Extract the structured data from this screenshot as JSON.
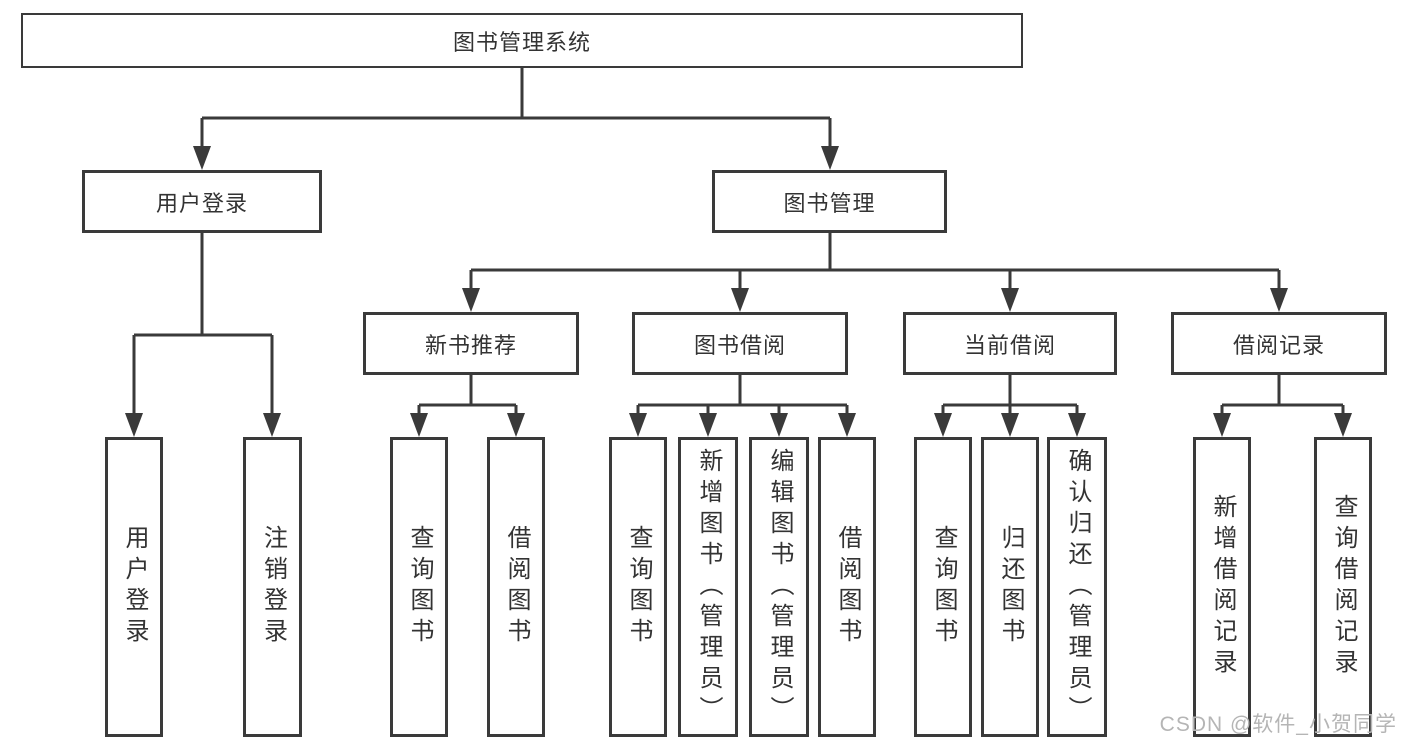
{
  "diagram": {
    "title": "图书管理系统",
    "children": [
      {
        "label": "用户登录",
        "children": [
          {
            "label": "用户登录"
          },
          {
            "label": "注销登录"
          }
        ]
      },
      {
        "label": "图书管理",
        "children": [
          {
            "label": "新书推荐",
            "children": [
              {
                "label": "查询图书"
              },
              {
                "label": "借阅图书"
              }
            ]
          },
          {
            "label": "图书借阅",
            "children": [
              {
                "label": "查询图书"
              },
              {
                "label": "新增图书（管理员）"
              },
              {
                "label": "编辑图书（管理员）"
              },
              {
                "label": "借阅图书"
              }
            ]
          },
          {
            "label": "当前借阅",
            "children": [
              {
                "label": "查询图书"
              },
              {
                "label": "归还图书"
              },
              {
                "label": "确认归还（管理员）"
              }
            ]
          },
          {
            "label": "借阅记录",
            "children": [
              {
                "label": "新增借阅记录"
              },
              {
                "label": "查询借阅记录"
              }
            ]
          }
        ]
      }
    ]
  },
  "watermark": {
    "text": "CSDN @软件_小贺同学"
  },
  "colors": {
    "line": "#3a3a3a",
    "box_border": "#3a3a3a",
    "box_bg": "#ffffff",
    "text": "#333333",
    "watermark": "#b5b5b5"
  }
}
